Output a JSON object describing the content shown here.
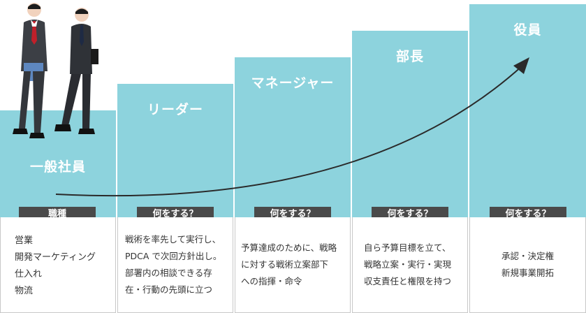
{
  "levels": [
    {
      "title": "一般社員",
      "tag": "職種",
      "lines": [
        "営業",
        "開発マーケティング",
        "仕入れ",
        "物流"
      ]
    },
    {
      "title": "リーダー",
      "tag": "何をする？",
      "lines": [
        "戦術を率先して実行し、",
        "PDCA で次回方針出し。",
        "部署内の相談できる存",
        "在・行動の先頭に立つ"
      ]
    },
    {
      "title": "マネージャー",
      "tag": "何をする？",
      "lines": [
        "予算達成のために、戦略",
        "に対する戦術立案部下",
        "への指揮・命令"
      ]
    },
    {
      "title": "部長",
      "tag": "何をする？",
      "lines": [
        "自ら予算目標を立て、",
        "戦略立案・実行・実現",
        "収支責任と権限を持つ"
      ]
    },
    {
      "title": "役員",
      "tag": "何をする？",
      "lines": [
        "承認・決定権",
        "新規事業開拓"
      ]
    }
  ],
  "colors": {
    "step": "#8dd3dd",
    "tag": "#4a4a4a",
    "arrow": "#2a2a2a",
    "border": "#c8c8c8"
  }
}
